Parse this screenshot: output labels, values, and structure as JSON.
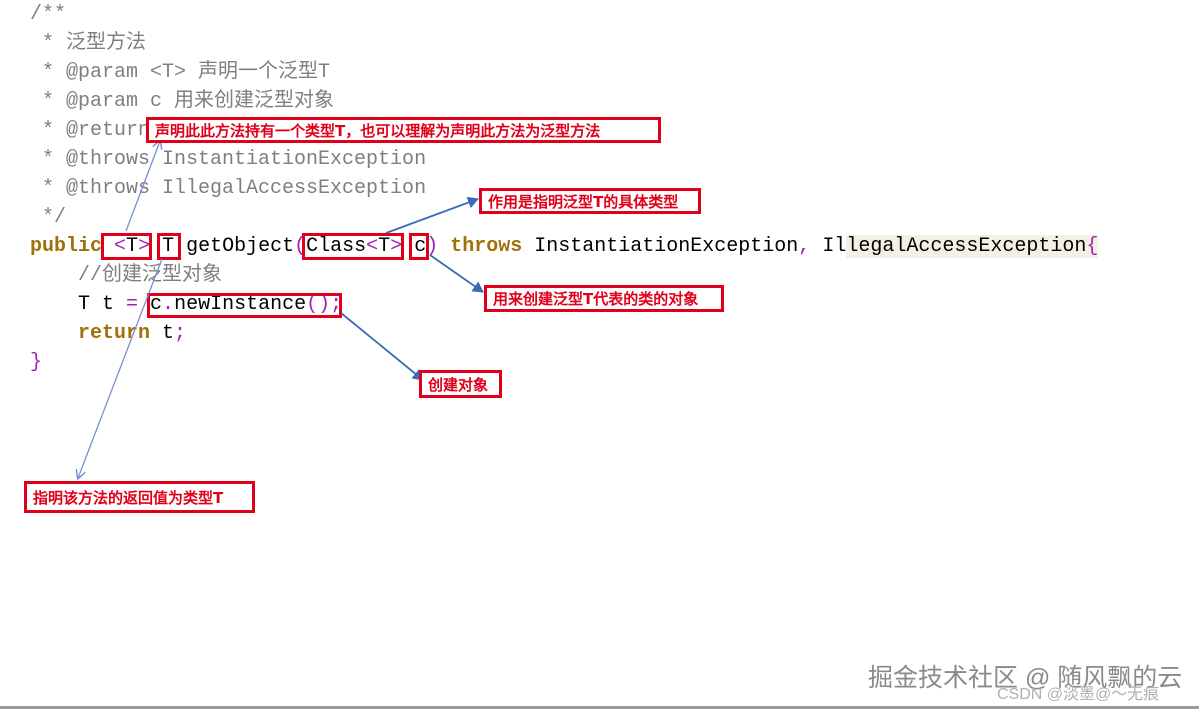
{
  "code": {
    "l0": [
      "/**"
    ],
    "l1": [
      " * 泛型方法"
    ],
    "l2": [
      " * @param <T> 声明一个泛型T"
    ],
    "l3": [
      " * @param c 用来创建泛型对象"
    ],
    "l4": [
      " * @return"
    ],
    "l5": [
      " * @throws InstantiationException"
    ],
    "l6": [
      " * @throws IllegalAccessException"
    ],
    "l7": [
      " */"
    ],
    "l8": [
      "public",
      " ",
      "<",
      "T",
      ">",
      " T getObject",
      "(",
      "Class",
      "<",
      "T",
      ">",
      " c",
      ")",
      " ",
      "throws",
      " InstantiationException",
      ",",
      " Il",
      "legalAccessException",
      "{"
    ],
    "l9": [
      "    ",
      "//创建泛型对象"
    ],
    "l10": [
      "    T t ",
      "=",
      " c",
      ".",
      "newInstance",
      "()",
      ";"
    ],
    "l11": [
      "    ",
      "return",
      " t",
      ";"
    ],
    "l12": [
      "}"
    ]
  },
  "annotations": {
    "generic_declaration": "声明此此方法持有一个类型T，也可以理解为声明此方法为泛型方法",
    "class_param_type": "作用是指明泛型T的具体类型",
    "c_param": "用来创建泛型T代表的类的对象",
    "create_object": "创建对象",
    "return_type": "指明该方法的返回值为类型T"
  },
  "watermark": {
    "juejin": "掘金技术社区 @ 随风飘的云",
    "csdn": "CSDN @淡墨@～无痕"
  },
  "colors": {
    "annotation_red": "#e0001a",
    "keyword": "#a0700a",
    "punctuation": "#a021b8",
    "comment": "#7f7f7f",
    "arrow_light": "#7a8fd4",
    "arrow_dark": "#3a6cb5"
  }
}
